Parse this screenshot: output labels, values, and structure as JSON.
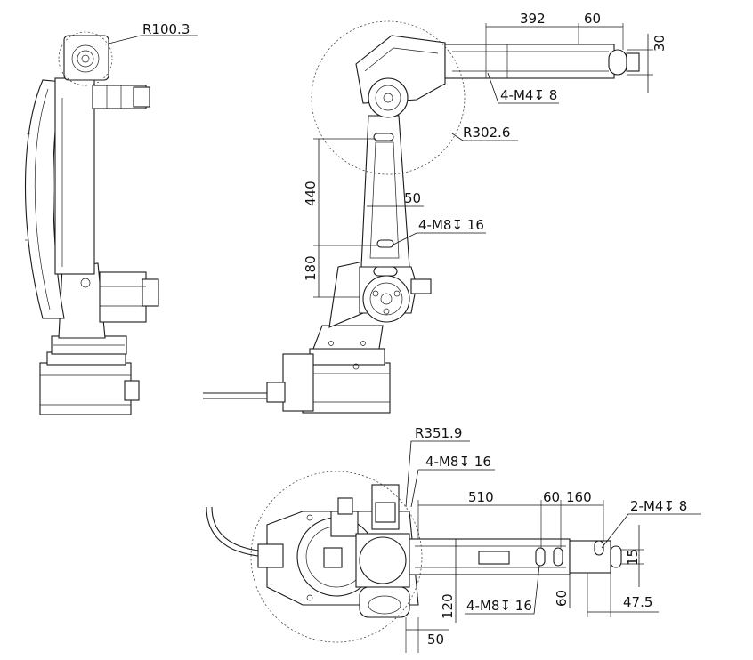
{
  "dimensions": {
    "side_view": {
      "radius": "R100.3"
    },
    "front_view": {
      "len_392": "392",
      "len_60_top": "60",
      "len_30": "30",
      "hole_m4": "4-M4↧ 8",
      "radius": "R302.6",
      "len_440": "440",
      "len_50": "50",
      "hole_m8": "4-M8↧ 16",
      "len_180": "180"
    },
    "top_view": {
      "radius": "R351.9",
      "hole_m8_top": "4-M8↧ 16",
      "len_510": "510",
      "len_60": "60",
      "len_160": "160",
      "hole_m4": "2-M4↧ 8",
      "len_15": "15",
      "len_120": "120",
      "hole_m8_bottom": "4-M8↧ 16",
      "len_60_vert": "60",
      "len_47_5": "47.5",
      "len_50": "50"
    }
  },
  "colors": {
    "line": "#1a1a1a",
    "background": "#ffffff"
  }
}
